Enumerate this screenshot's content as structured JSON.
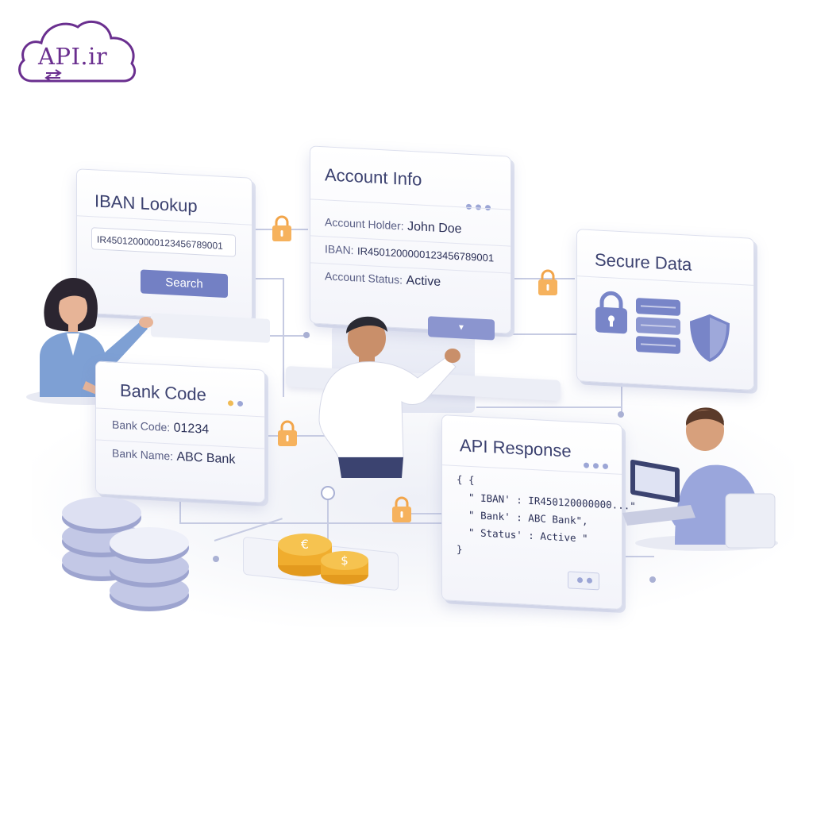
{
  "logo": {
    "text": "API.ir"
  },
  "iban_lookup": {
    "title": "IBAN Lookup",
    "input_value": "IR450120000012345678​9001",
    "button_label": "Search"
  },
  "account_info": {
    "title": "Account Info",
    "rows": [
      {
        "label": "Account Holder:",
        "value": "John Doe"
      },
      {
        "label": "IBAN:",
        "value": "IR450120000012345678​9001"
      },
      {
        "label": "Account Status:",
        "value": "Active"
      }
    ]
  },
  "secure_data": {
    "title": "Secure Data"
  },
  "bank_code": {
    "title": "Bank Code",
    "rows": [
      {
        "label": "Bank Code:",
        "value": "01234"
      },
      {
        "label": "Bank Name:",
        "value": "ABC Bank"
      }
    ]
  },
  "api_response": {
    "title": "API Response",
    "lines": [
      "{ {",
      "  \" IBAN' : IR450120000000...\"",
      "  \" Bank' : ABC Bank\",",
      "  \" Status' : Active \"",
      "}"
    ]
  },
  "colors": {
    "brand_purple": "#6a2f8f",
    "accent_blue": "#7380c4",
    "lock_orange": "#f2a54a",
    "coin_gold": "#f3b73a"
  },
  "icons": [
    "cloud-logo-icon",
    "lock-icon",
    "database-icon",
    "shield-icon",
    "coin-icon",
    "euro-coin-icon",
    "dollar-coin-icon"
  ]
}
